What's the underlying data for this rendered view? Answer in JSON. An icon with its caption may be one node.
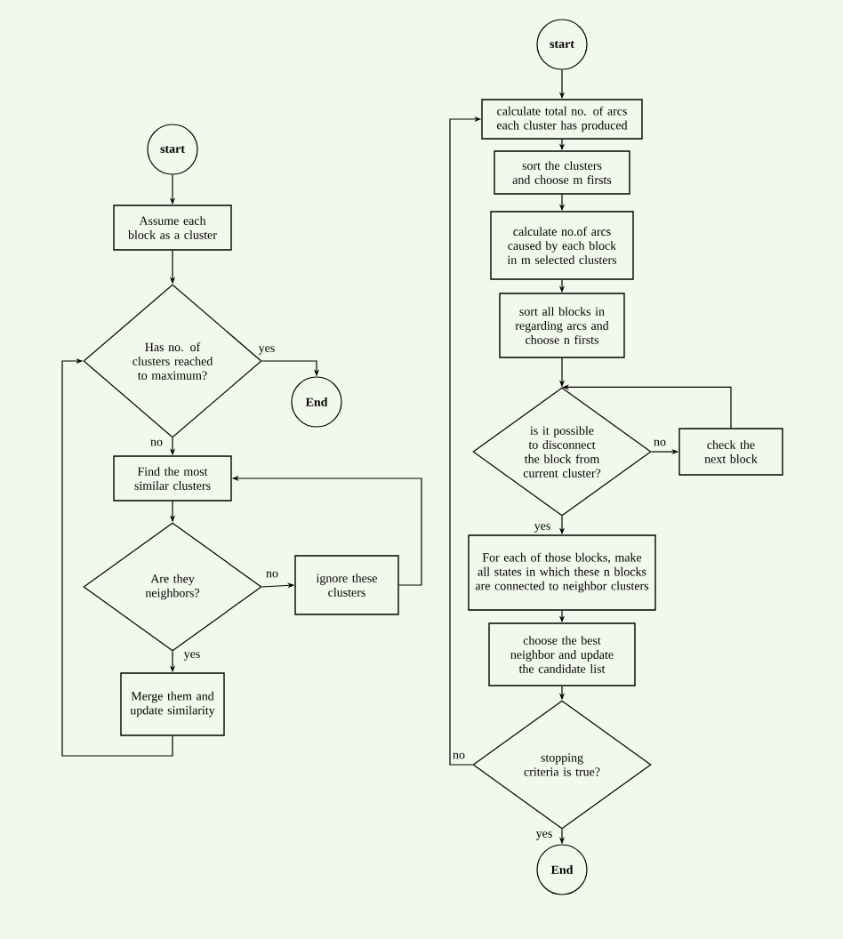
{
  "diagram": {
    "nodes": [
      {
        "text": [
          "start"
        ]
      },
      {
        "text": [
          "Assume each block as a cluster"
        ]
      },
      {
        "text": [
          "Has no. of clusters reached to maximum?"
        ]
      },
      {
        "text": [
          "End"
        ]
      },
      {
        "text": [
          "Find the most similar clusters"
        ]
      },
      {
        "text": [
          "Are they neighbors?"
        ]
      },
      {
        "text": [
          "ignore these clusters"
        ]
      },
      {
        "text": [
          "Merge them and update similarity"
        ]
      },
      {
        "text": [
          "start"
        ]
      },
      {
        "text": [
          "calculate total no. of arcs each cluster has produced"
        ]
      },
      {
        "text": [
          "sort the clusters and choose m firsts"
        ]
      },
      {
        "text": [
          "calculate no.of arcs caused by each block in m selected clusters"
        ]
      },
      {
        "text": [
          "sort all blocks in regarding arcs and choose n firsts"
        ]
      },
      {
        "text": [
          "is it possible to disconnect the block from current cluster?"
        ]
      },
      {
        "text": [
          "check the next block"
        ]
      },
      {
        "text": [
          "For each of those blocks, make all states in which these n blocks are connected to neighbor clusters"
        ]
      },
      {
        "text": [
          "choose the best neighbor and update the candidate list"
        ]
      },
      {
        "text": [
          "stopping criteria is true?"
        ]
      },
      {
        "text": [
          "End"
        ]
      }
    ],
    "edges": [
      {
        "from": 0,
        "to": 1,
        "arrow": "to"
      },
      {
        "from": 1,
        "to": 2,
        "arrow": "to"
      },
      {
        "from": 2,
        "to": 3,
        "arrow": "to",
        "label": "yes"
      },
      {
        "from": 2,
        "to": 4,
        "arrow": "to",
        "label": "no"
      },
      {
        "from": 4,
        "to": 5,
        "arrow": "to"
      },
      {
        "from": 5,
        "to": 6,
        "arrow": "to",
        "label": "no"
      },
      {
        "from": 6,
        "to": 4,
        "arrow": "to"
      },
      {
        "from": 5,
        "to": 7,
        "arrow": "to",
        "label": "yes"
      },
      {
        "from": 7,
        "to": 2,
        "arrow": "to"
      },
      {
        "from": 8,
        "to": 9,
        "arrow": "to"
      },
      {
        "from": 9,
        "to": 10,
        "arrow": "to"
      },
      {
        "from": 10,
        "to": 11,
        "arrow": "to"
      },
      {
        "from": 11,
        "to": 12,
        "arrow": "to"
      },
      {
        "from": 12,
        "to": 13,
        "arrow": "to"
      },
      {
        "from": 13,
        "to": 14,
        "arrow": "to",
        "label": "no"
      },
      {
        "from": 14,
        "to": 13,
        "arrow": "to"
      },
      {
        "from": 13,
        "to": 15,
        "arrow": "to",
        "label": "yes"
      },
      {
        "from": 15,
        "to": 16,
        "arrow": "to"
      },
      {
        "from": 16,
        "to": 17,
        "arrow": "to"
      },
      {
        "from": 17,
        "to": 9,
        "arrow": "to",
        "label": "no"
      },
      {
        "from": 17,
        "to": 18,
        "arrow": "to",
        "label": "yes"
      }
    ]
  }
}
